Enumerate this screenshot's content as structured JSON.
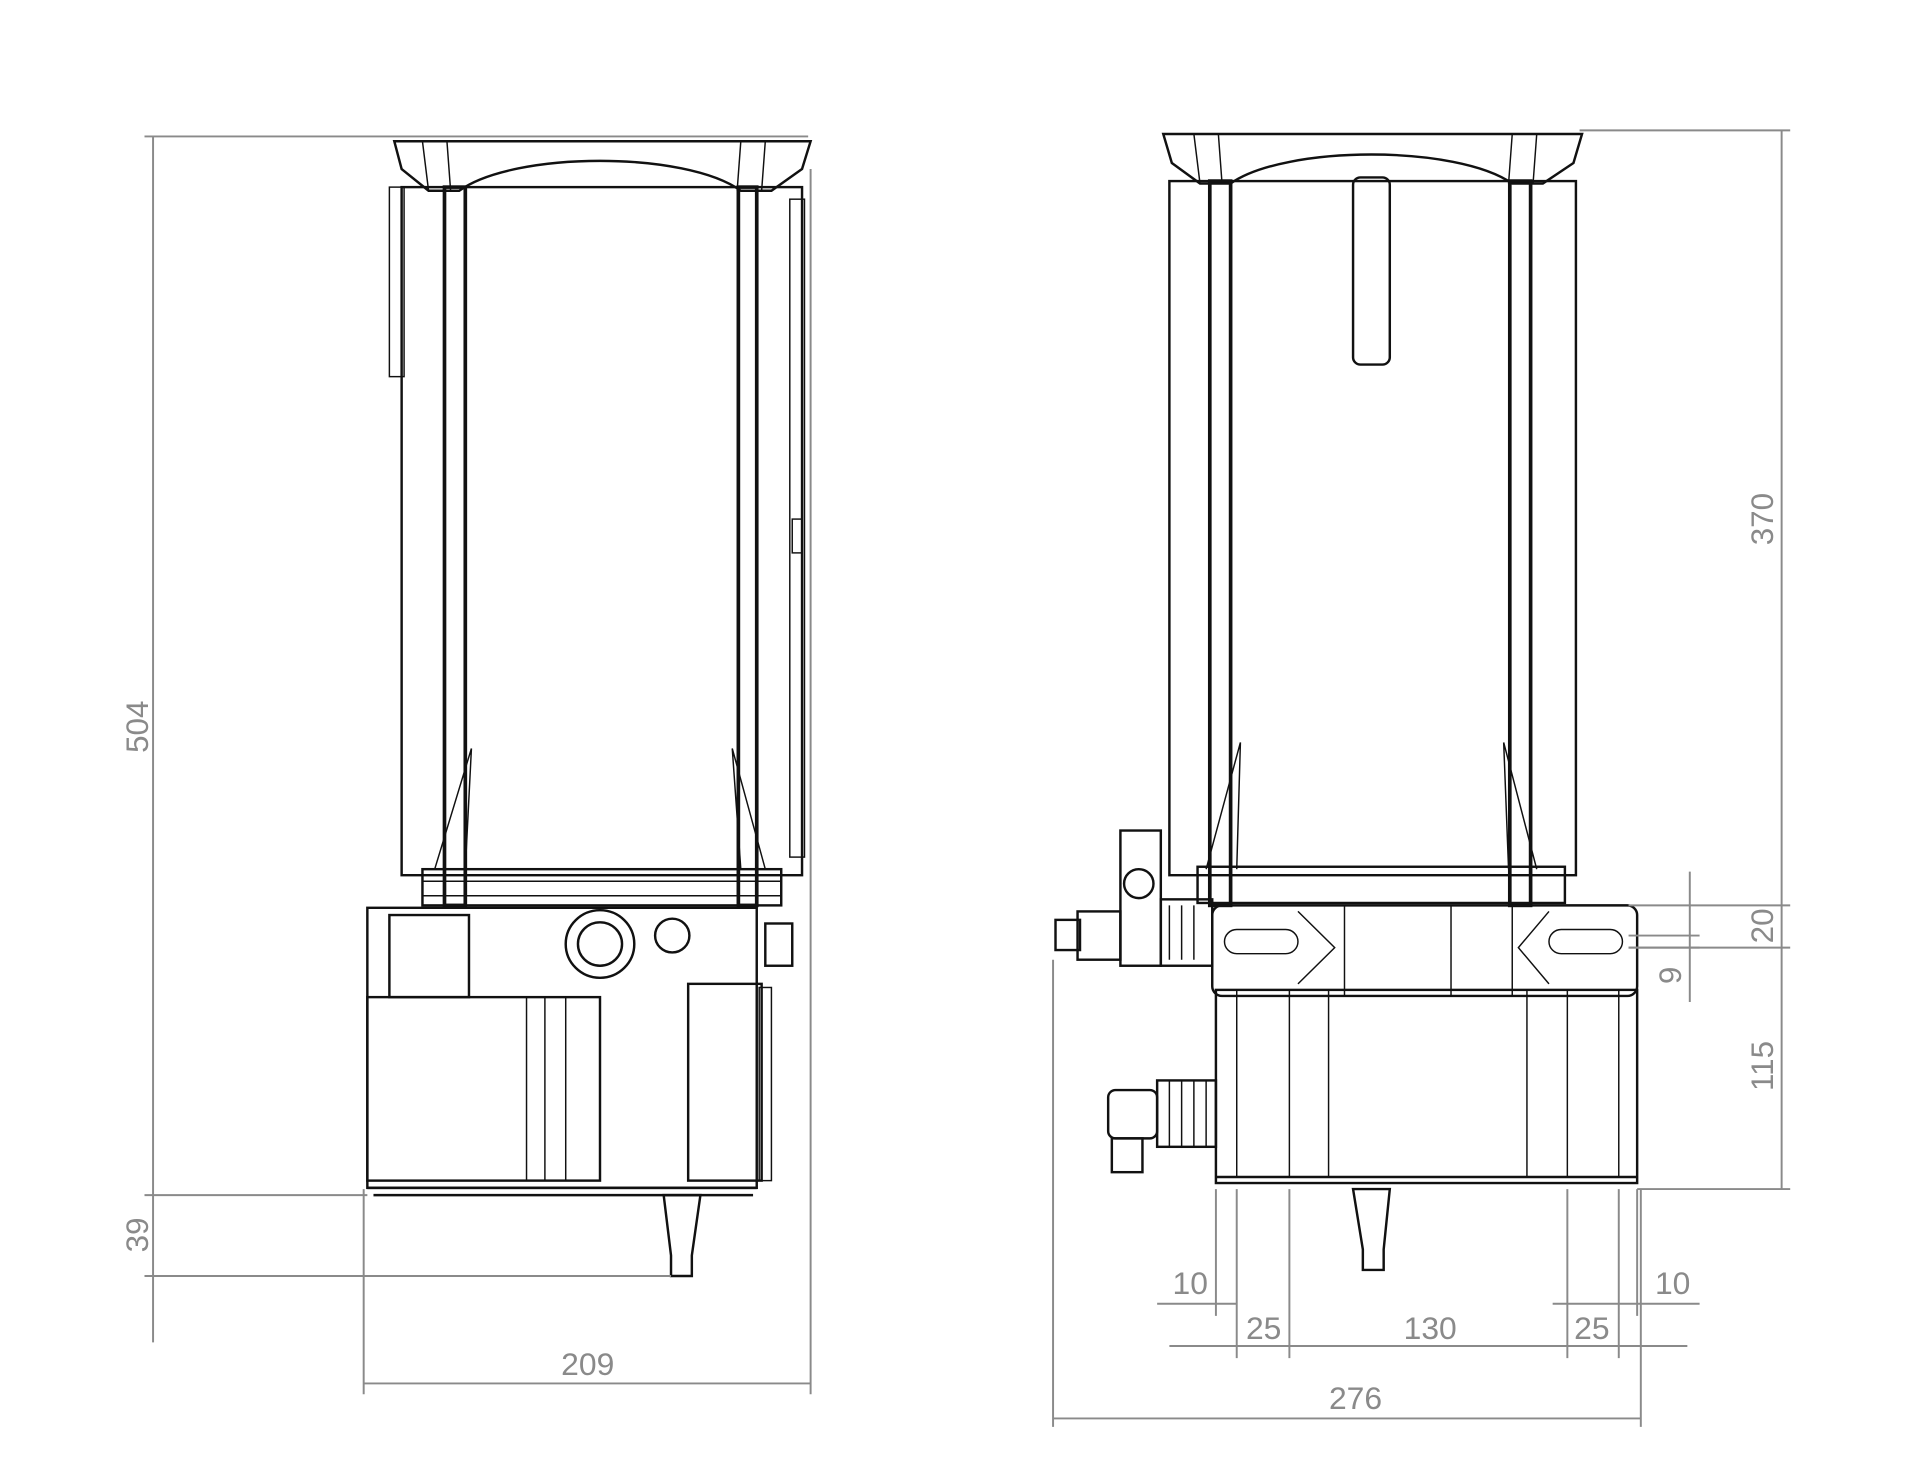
{
  "drawing": {
    "colors": {
      "line": "#111111",
      "dimension": "#8a8a8a"
    },
    "front_view": {
      "dimensions": {
        "total_height": "504",
        "outlet_height": "39",
        "width": "209"
      }
    },
    "side_view": {
      "dimensions": {
        "reservoir_height": "370",
        "plate_height": "20",
        "plate_offset": "9",
        "housing_height": "115",
        "left_margin": "10",
        "left_foot": "25",
        "center_span": "130",
        "right_foot": "25",
        "right_margin": "10",
        "total_width": "276"
      }
    }
  }
}
